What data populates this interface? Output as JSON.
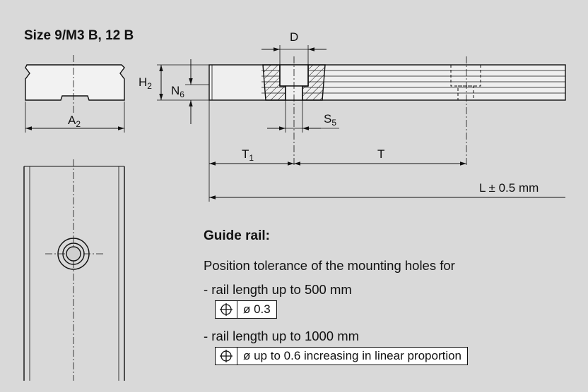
{
  "heading": "Size 9/M3 B, 12 B",
  "dimensions": {
    "D": "D",
    "H": "H",
    "H_sub": "2",
    "N": "N",
    "N_sub": "6",
    "A": "A",
    "A_sub": "2",
    "S": "S",
    "S_sub": "5",
    "T1": "T",
    "T1_sub": "1",
    "T": "T",
    "L": "L ± 0.5 mm"
  },
  "notes": {
    "title": "Guide rail:",
    "intro": "Position tolerance of the mounting holes for",
    "items": [
      {
        "label": "- rail length up to 500 mm",
        "tolerance": "ø 0.3",
        "symbol": "position-icon"
      },
      {
        "label": "- rail length up to 1000 mm",
        "tolerance": "ø up to 0.6 increasing in linear proportion",
        "symbol": "position-icon"
      }
    ]
  }
}
